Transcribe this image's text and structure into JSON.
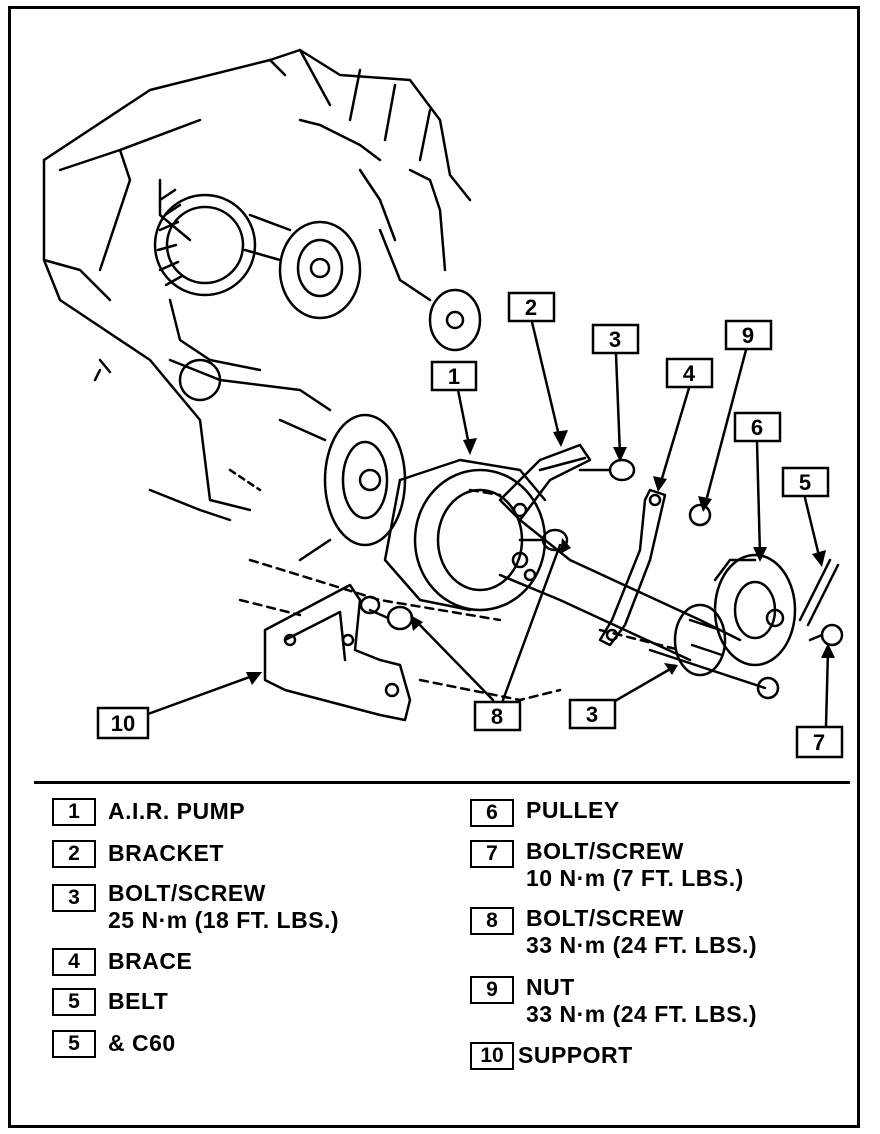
{
  "colors": {
    "ink": "#000000",
    "paper": "#ffffff"
  },
  "callouts": [
    {
      "id": "c1",
      "label": "1"
    },
    {
      "id": "c2",
      "label": "2"
    },
    {
      "id": "c3a",
      "label": "3"
    },
    {
      "id": "c3b",
      "label": "3"
    },
    {
      "id": "c4",
      "label": "4"
    },
    {
      "id": "c5",
      "label": "5"
    },
    {
      "id": "c6",
      "label": "6"
    },
    {
      "id": "c7",
      "label": "7"
    },
    {
      "id": "c8",
      "label": "8"
    },
    {
      "id": "c9",
      "label": "9"
    },
    {
      "id": "c10",
      "label": "10"
    }
  ],
  "legend": [
    {
      "num": "1",
      "line1": "A.I.R. PUMP",
      "line2": ""
    },
    {
      "num": "2",
      "line1": "BRACKET",
      "line2": ""
    },
    {
      "num": "3",
      "line1": "BOLT/SCREW",
      "line2": "25 N·m (18 FT. LBS.)"
    },
    {
      "num": "4",
      "line1": "BRACE",
      "line2": ""
    },
    {
      "num": "5",
      "line1": "BELT",
      "line2": ""
    },
    {
      "num": "5",
      "line1": "& C60",
      "line2": ""
    },
    {
      "num": "6",
      "line1": "PULLEY",
      "line2": ""
    },
    {
      "num": "7",
      "line1": "BOLT/SCREW",
      "line2": "10 N·m (7 FT. LBS.)"
    },
    {
      "num": "8",
      "line1": "BOLT/SCREW",
      "line2": "33 N·m (24 FT. LBS.)"
    },
    {
      "num": "9",
      "line1": "NUT",
      "line2": "33 N·m (24 FT. LBS.)"
    },
    {
      "num": "10",
      "line1": "SUPPORT",
      "line2": ""
    }
  ]
}
